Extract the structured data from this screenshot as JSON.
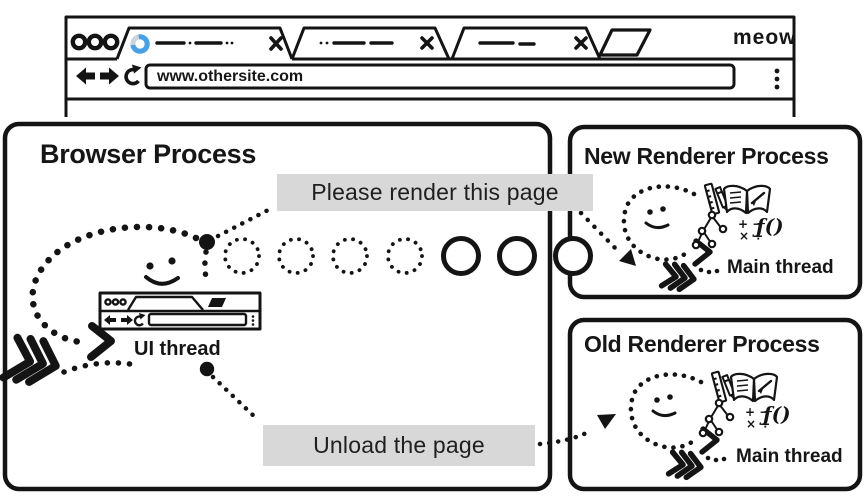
{
  "browser_window": {
    "brand": "meow",
    "url": "www.othersite.com"
  },
  "processes": {
    "browser": {
      "title": "Browser Process",
      "thread": "UI thread"
    },
    "new_renderer": {
      "title": "New Renderer Process",
      "thread": "Main thread"
    },
    "old_renderer": {
      "title": "Old Renderer Process",
      "thread": "Main thread"
    }
  },
  "messages": {
    "please_render": "Please render this page",
    "unload": "Unload the page"
  },
  "icons": {
    "math_row1": "+ −",
    "math_row2": "× ÷",
    "function": "ƒ()"
  },
  "colors": {
    "ink": "#141414",
    "spinner_blue": "#47a1e8",
    "spinner_track": "#ccd5dd",
    "label_bg": "#d8d8d8"
  }
}
